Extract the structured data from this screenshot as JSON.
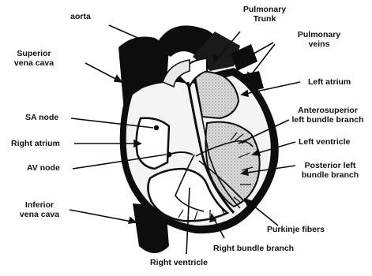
{
  "labels": {
    "aorta": "aorta",
    "pulmonary_trunk": "Pulmonary\nTrunk",
    "pulmonary_veins": "Pulmonary\nveins",
    "superior_vena_cava": "Superior\nvena cava",
    "left_atrium": "Left atrium",
    "anterosuperior_bundle": "Anterosuperior\nleft bundle branch",
    "sa_node": "SA node",
    "right_atrium": "Right atrium",
    "left_ventricle": "Left ventricle",
    "av_node": "AV node",
    "posterior_bundle": "Posterior left\nbundle branch",
    "inferior_vena_cava": "Inferior\nvena cava",
    "purkinje_fibers": "Purkinje fibers",
    "right_bundle_branch": "Right bundle branch",
    "right_ventricle": "Right ventricle"
  },
  "colors": {
    "ink": "#111111",
    "vessel": "#0d0d0d",
    "chamber": "#f3f3f3",
    "stipple": "#bdbdbd",
    "background": "#ffffff"
  }
}
